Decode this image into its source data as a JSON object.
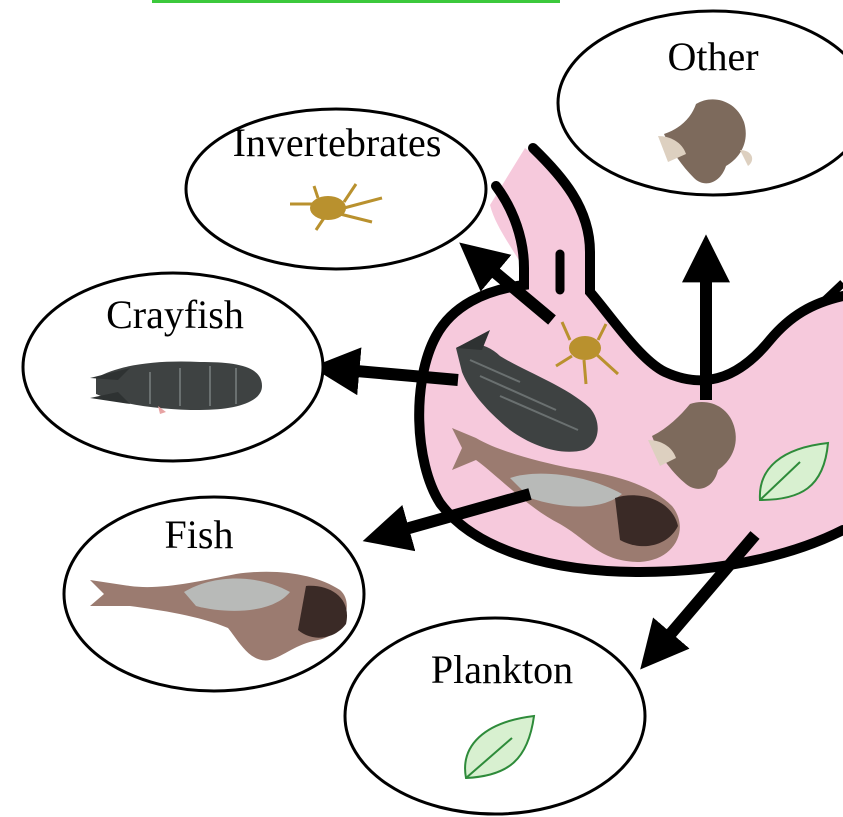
{
  "diagram": {
    "categories": {
      "invertebrates": {
        "label": "Invertebrates",
        "icon": "insect-icon"
      },
      "other": {
        "label": "Other",
        "icon": "debris-icon"
      },
      "crayfish": {
        "label": "Crayfish",
        "icon": "crayfish-icon"
      },
      "fish": {
        "label": "Fish",
        "icon": "fish-icon"
      },
      "plankton": {
        "label": "Plankton",
        "icon": "leaf-icon"
      }
    },
    "stomach_contents": [
      "crayfish-icon",
      "insect-icon",
      "fish-icon",
      "debris-icon",
      "leaf-icon"
    ],
    "colors": {
      "stomach_fill": "#f6c9dc",
      "outline": "#000000",
      "leaf_fill": "#d8f0d0",
      "leaf_stroke": "#2e8b3a",
      "top_bar": "#3cc93c"
    }
  }
}
